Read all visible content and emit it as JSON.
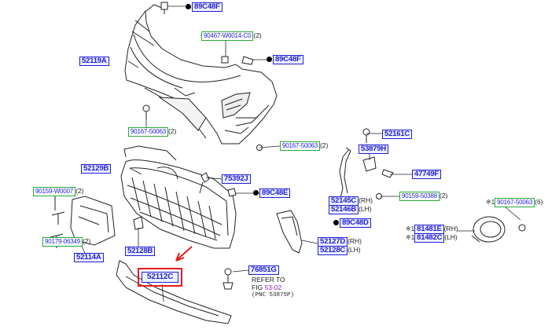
{
  "labels": {
    "c89c48f_top": "89C48F",
    "c90467": "90467-W0014-C0",
    "c90467_qty": "(2)",
    "c52119a": "52119A",
    "c89c48f_mid": "89C48F",
    "c90167a": "90167-50063",
    "c90167a_qty": "(2)",
    "c90167b": "90167-50063",
    "c90167b_qty": "(2)",
    "c52161c": "52161C",
    "c53879h": "53879H",
    "c47749f": "47749F",
    "c52129b": "52129B",
    "c75392j": "75392J",
    "c89c48e": "89C48E",
    "c90159a": "90159-W0007",
    "c90159a_qty": "(2)",
    "c90159b": "90159-50388",
    "c90159b_qty": "(2)",
    "c52145c": "52145C",
    "c52145c_suf": "(RH)",
    "c52146b": "52146B",
    "c52146b_suf": "(LH)",
    "c89c48d": "89C48D",
    "c90179": "90179-06349",
    "c90179_qty": "(2)",
    "c52114a": "52114A",
    "c52128b": "52128B",
    "c52127d": "52127D",
    "c52127d_suf": "(RH)",
    "c52128c": "52128C",
    "c52128c_suf": "(LH)",
    "c76851g": "76851G",
    "c52112c": "52112C",
    "c90167c_pre": "※1",
    "c90167c": "90167-50063",
    "c90167c_qty": "(6)",
    "c81481e_pre": "※1",
    "c81481e": "81481E",
    "c81481e_suf": "(RH)",
    "c81482c_pre": "※1",
    "c81482c": "81482C",
    "c81482c_suf": "(LH)"
  },
  "refer": {
    "line1": "REFER TO",
    "fig_label": "FIG",
    "fig_num": "53-02",
    "pnc": "(PNC 53875P)"
  },
  "highlight": {
    "part": "52112C",
    "color": "#e41b1b"
  }
}
